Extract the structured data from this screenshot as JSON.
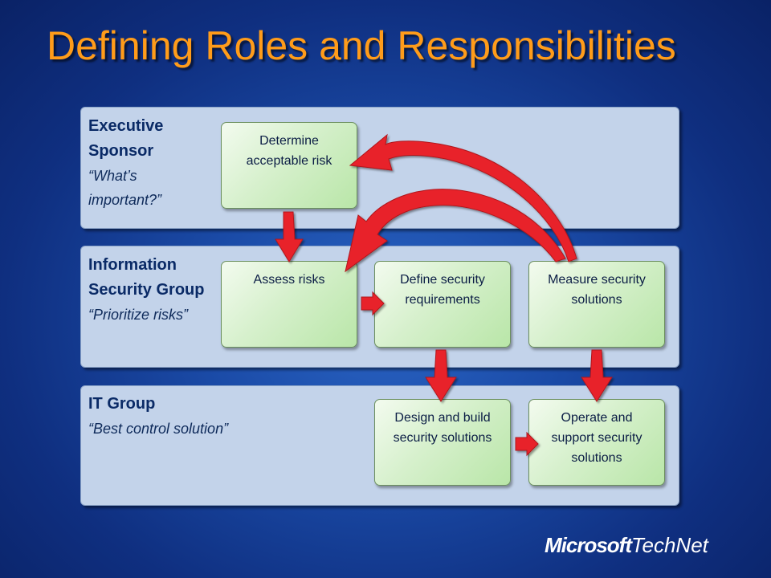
{
  "slide": {
    "title": "Defining Roles and Responsibilities"
  },
  "bands": [
    {
      "name": "Executive Sponsor",
      "quote": "“What’s important?”"
    },
    {
      "name": "Information Security Group",
      "quote": "“Prioritize risks”"
    },
    {
      "name": "IT Group",
      "quote": "“Best control solution”"
    }
  ],
  "boxes": {
    "determine": "Determine acceptable risk",
    "assess": "Assess risks",
    "define": "Define security requirements",
    "measure": "Measure security solutions",
    "design": "Design and build security solutions",
    "operate": "Operate and support security solutions"
  },
  "logo": {
    "brand": "Microsoft",
    "product": "TechNet"
  },
  "colors": {
    "title": "#ff9c1a",
    "arrow": "#e8242c",
    "band": "#c3d3ea",
    "box": "#c8ebb8"
  }
}
